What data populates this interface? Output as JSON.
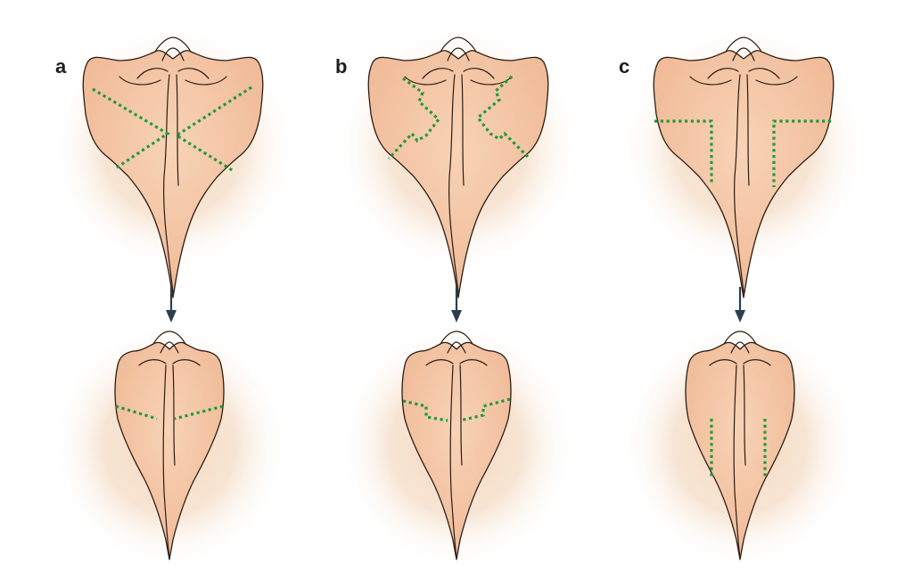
{
  "panels": [
    {
      "label": "a"
    },
    {
      "label": "b"
    },
    {
      "label": "c"
    }
  ],
  "colors": {
    "background": "#ffffff",
    "halo": "#f3d8be",
    "tissue": "#f6c8a7",
    "outline": "#2b1d14",
    "incision": "#1f9a3a",
    "arrow": "#2c3e50"
  }
}
